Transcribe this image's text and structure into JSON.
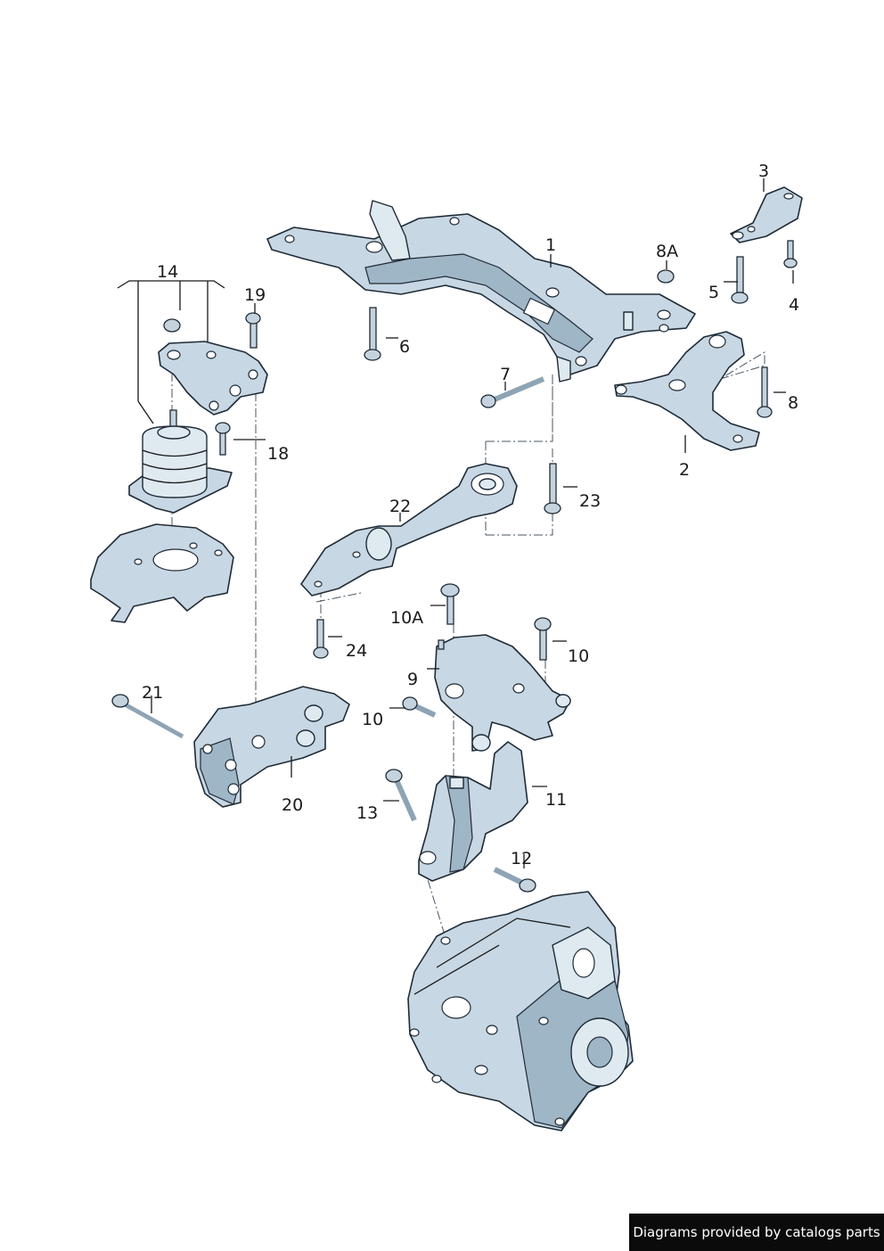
{
  "callouts": {
    "c1": "1",
    "c2": "2",
    "c3": "3",
    "c4": "4",
    "c5": "5",
    "c6": "6",
    "c7": "7",
    "c8": "8",
    "c8a": "8A",
    "c9": "9",
    "c10a": "10A",
    "c10_right": "10",
    "c10_left": "10",
    "c11": "11",
    "c12": "12",
    "c13": "13",
    "c14": "14",
    "c18": "18",
    "c19": "19",
    "c20": "20",
    "c21": "21",
    "c22": "22",
    "c23": "23",
    "c24": "24"
  },
  "footer": {
    "text": "Diagrams provided by catalogs parts"
  },
  "colors": {
    "part_fill": "#c7d7e3",
    "outline": "#1f2b36",
    "footer_bg": "#0b0b0b"
  }
}
